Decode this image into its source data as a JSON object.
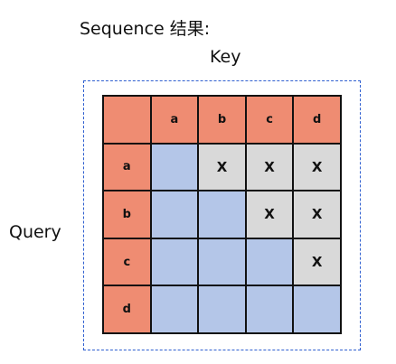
{
  "title": "Sequence 结果:",
  "axis_labels": {
    "key": "Key",
    "query": "Query"
  },
  "colors": {
    "header": "#ef8c72",
    "visible": "#b4c6e8",
    "masked": "#d9d9d9",
    "frame": "#2f5fd0"
  },
  "matrix": {
    "keys": [
      "a",
      "b",
      "c",
      "d"
    ],
    "queries": [
      "a",
      "b",
      "c",
      "d"
    ],
    "mask_symbol": "X",
    "rows": [
      [
        "",
        "X",
        "X",
        "X"
      ],
      [
        "",
        "",
        "X",
        "X"
      ],
      [
        "",
        "",
        "",
        "X"
      ],
      [
        "",
        "",
        "",
        ""
      ]
    ]
  }
}
